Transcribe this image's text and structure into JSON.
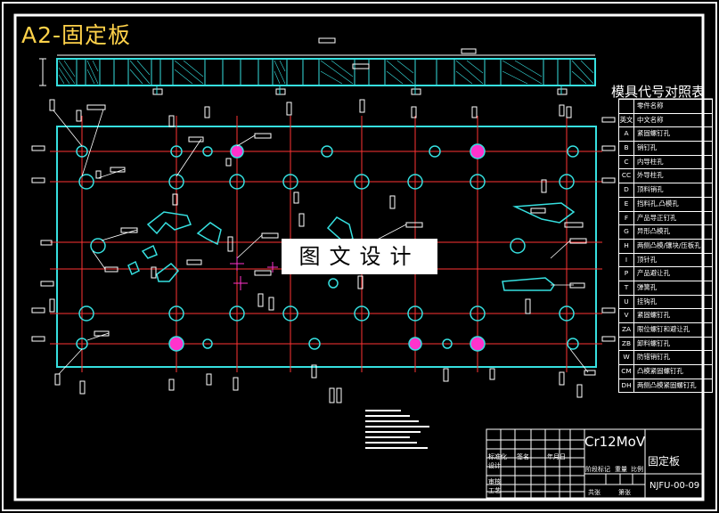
{
  "drawing": {
    "title": "A2-固定板",
    "watermark": "图文设计"
  },
  "legend": {
    "title": "模具代号对照表",
    "rows": [
      {
        "code": "",
        "name": "零件名称"
      },
      {
        "code": "英文",
        "name": "中文名称"
      },
      {
        "code": "A",
        "name": "紧固螺钉孔"
      },
      {
        "code": "B",
        "name": "销钉孔"
      },
      {
        "code": "C",
        "name": "内导柱孔"
      },
      {
        "code": "CC",
        "name": "外导柱孔"
      },
      {
        "code": "D",
        "name": "顶料销孔"
      },
      {
        "code": "E",
        "name": "挡料孔,凸模孔"
      },
      {
        "code": "F",
        "name": "产品导正钉孔"
      },
      {
        "code": "G",
        "name": "异形凸模孔"
      },
      {
        "code": "H",
        "name": "两侧凸模/镶块/压板孔"
      },
      {
        "code": "I",
        "name": "顶针孔"
      },
      {
        "code": "P",
        "name": "产品避让孔"
      },
      {
        "code": "T",
        "name": "弹簧孔"
      },
      {
        "code": "U",
        "name": "挂钩孔"
      },
      {
        "code": "V",
        "name": "紧固螺钉孔"
      },
      {
        "code": "ZA",
        "name": "限位螺钉和避让孔"
      },
      {
        "code": "ZB",
        "name": "卸料螺钉孔"
      },
      {
        "code": "W",
        "name": "防错销钉孔"
      },
      {
        "code": "CM",
        "name": "凸模紧固螺钉孔"
      },
      {
        "code": "DH",
        "name": "两侧凸模紧固螺钉孔"
      }
    ]
  },
  "title_block": {
    "material": "Cr12MoV",
    "part_name": "固定板",
    "drawing_no": "NJFU-00-09",
    "labels": [
      "标准化",
      "签名",
      "年月日",
      "设计",
      "审核",
      "工艺",
      "阶段标记",
      "重量",
      "比例",
      "共张",
      "第张"
    ]
  },
  "colors": {
    "background": "#000000",
    "plate": "#36e0e0",
    "centerline": "#ff3333",
    "annotation": "#ffffff",
    "accent": "#ff33cc",
    "title": "#ffd24a"
  }
}
